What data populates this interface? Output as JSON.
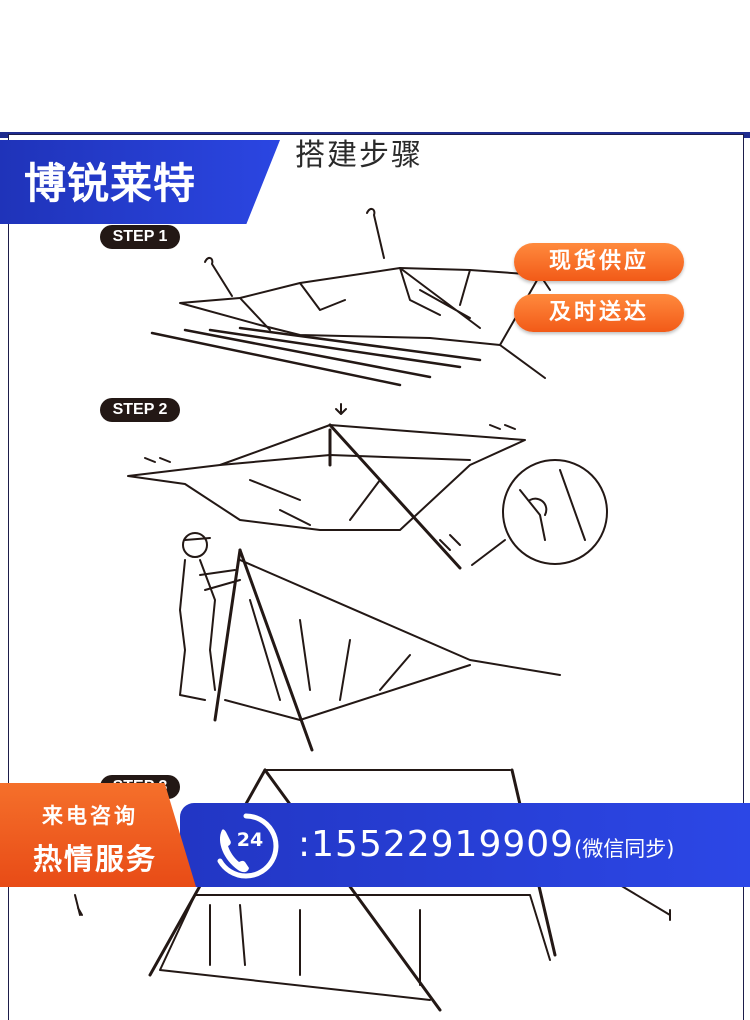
{
  "page": {
    "title": "搭建步骤"
  },
  "brand": {
    "name": "博锐莱特"
  },
  "steps": [
    {
      "label": "STEP 1"
    },
    {
      "label": "STEP 2"
    },
    {
      "label": "STEP 3"
    }
  ],
  "promo": {
    "badge1": "现货供应",
    "badge2": "及时送达"
  },
  "contact": {
    "line1": "来电咨询",
    "line2": "热情服务",
    "hours_badge": "24",
    "phone": ":15522919909",
    "note": "(微信同步)"
  },
  "colors": {
    "brand_blue": "#2236c4",
    "accent_orange": "#f25a18",
    "ink": "#231815"
  },
  "icons": [
    "phone-24h-icon",
    "arrow-icon",
    "tent-illustration",
    "person-illustration"
  ]
}
